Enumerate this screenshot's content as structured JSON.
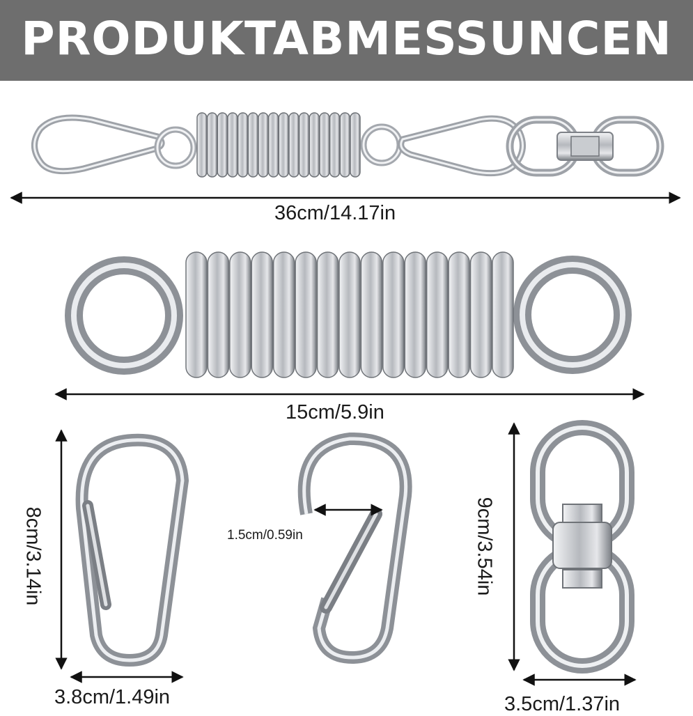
{
  "header": {
    "title": "PRODUKTABMESSUNCEN"
  },
  "dimensions": {
    "full_assembly": "36cm/14.17in",
    "spring": "15cm/5.9in",
    "carabiner_height": "8cm/3.14in",
    "carabiner_width": "3.8cm/1.49in",
    "carabiner_gate": "1.5cm/0.59in",
    "swivel_height": "9cm/3.54in",
    "swivel_width": "3.5cm/1.37in"
  },
  "colors": {
    "banner": "#6e6e6e",
    "metal": "#b9bcc1",
    "metal_dark": "#6f7378",
    "arrow": "#111111"
  },
  "icons": [
    "carabiner-icon",
    "spring-icon",
    "swivel-icon",
    "ring-icon",
    "dimension-arrow-icon"
  ]
}
